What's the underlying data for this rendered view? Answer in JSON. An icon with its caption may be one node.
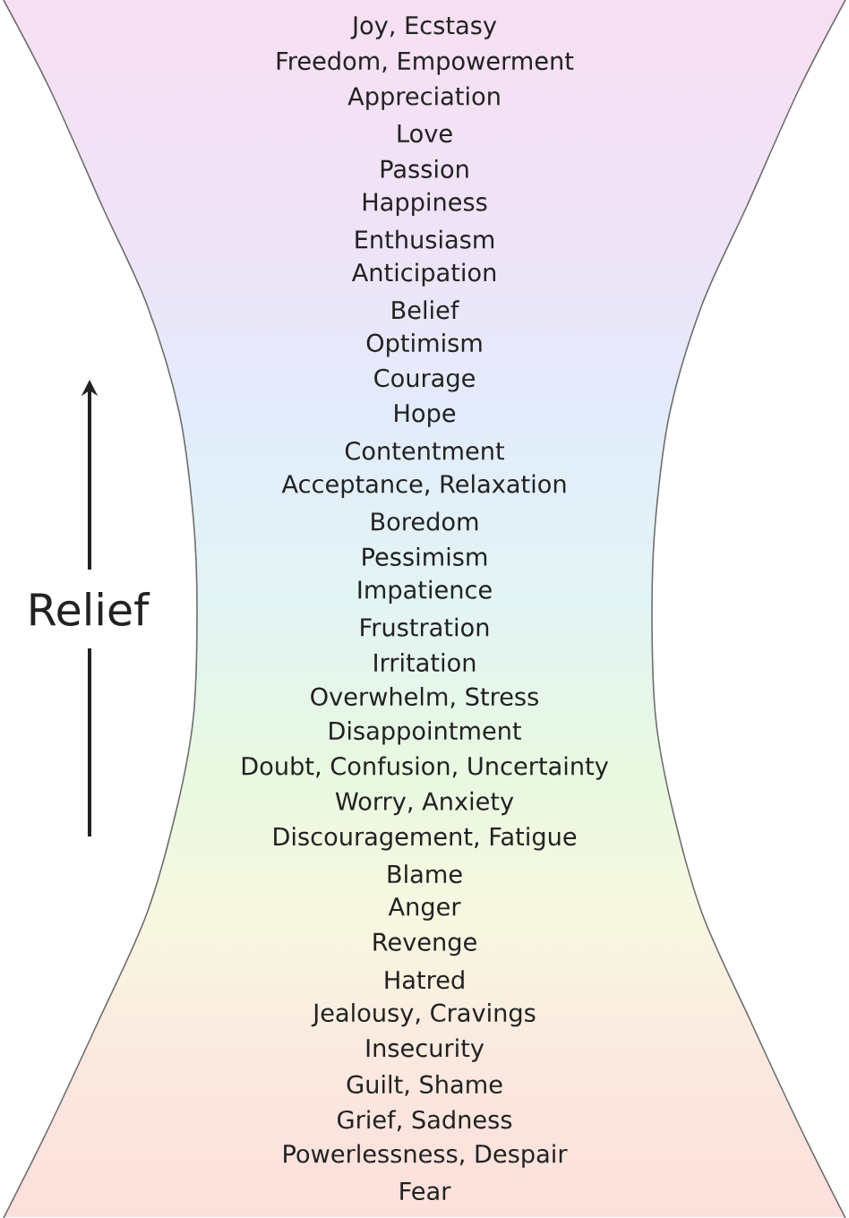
{
  "diagram": {
    "nodes": [
      {
        "text": [
          "Joy, Ecstasy",
          "Freedom, Empowerment",
          "Appreciation",
          "Love",
          "Passion",
          "Happiness",
          "Enthusiasm",
          "Anticipation",
          "Belief",
          "Optimism",
          "Courage",
          "Hope",
          "Contentment",
          "Acceptance, Relaxation",
          "Boredom",
          "Pessimism",
          "Impatience",
          "Frustration",
          "Irritation",
          "Overwhelm, Stress",
          "Disappointment",
          "Doubt, Confusion, Uncertainty",
          "Worry, Anxiety",
          "Discouragement, Fatigue",
          "Blame",
          "Anger",
          "Revenge",
          "Hatred",
          "Jealousy, Cravings",
          "Insecurity",
          "Guilt, Shame",
          "Grief, Sadness",
          "Powerlessness, Despair",
          "Fear"
        ]
      }
    ],
    "labels": [
      "Relief"
    ]
  }
}
